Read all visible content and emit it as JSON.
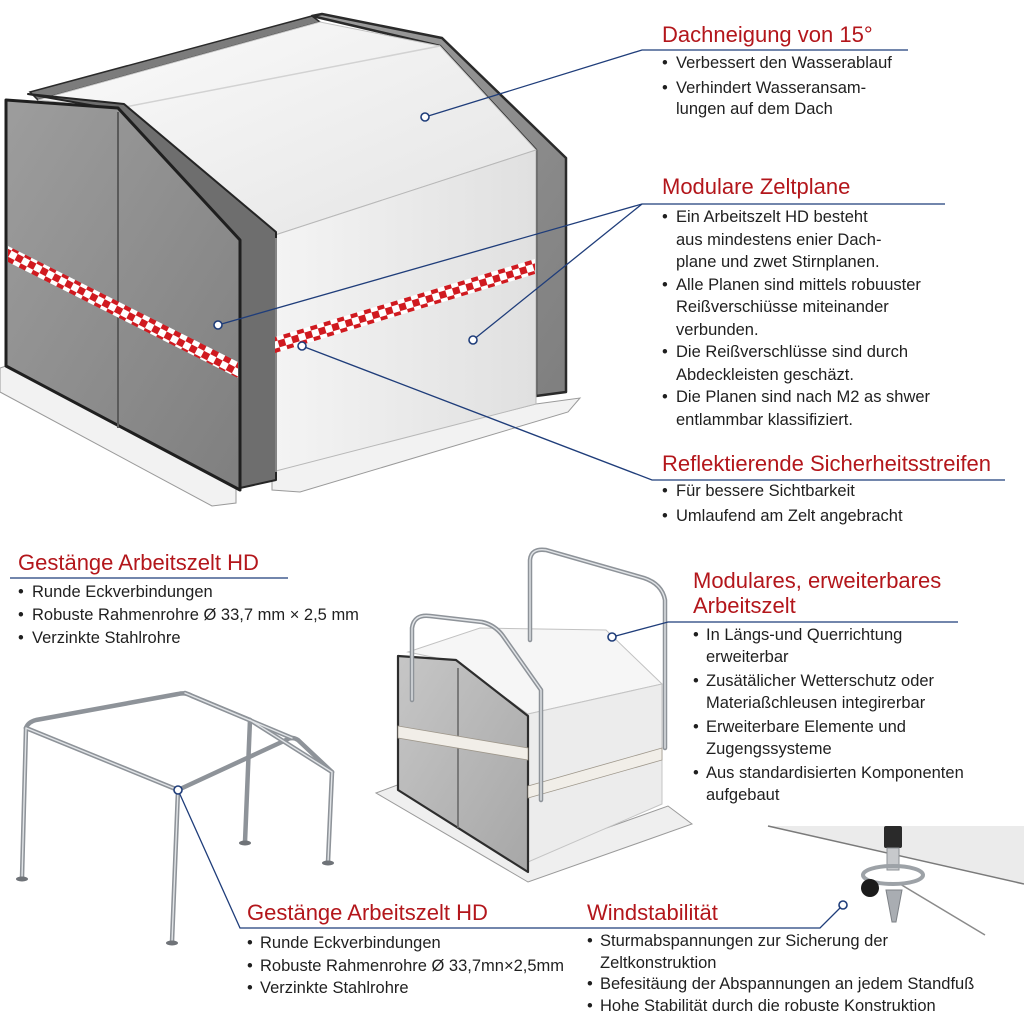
{
  "colors": {
    "heading": "#b3161b",
    "callout_line": "#1f3d7a",
    "text": "#1f1f1f",
    "stripe_red": "#d01a20",
    "tarpaulin_gray": "#8d8d8d"
  },
  "dachneigung": {
    "title": "Dachneigung von 15°",
    "bullets": [
      [
        "Verbessert den Wasserablauf"
      ],
      [
        "Verhindert Wasseransam-",
        "lungen auf dem Dach"
      ]
    ]
  },
  "zeltplane": {
    "title": "Modulare Zeltplane",
    "bullets": [
      [
        "Ein Arbeitszelt HD besteht",
        "aus mindestens enier Dach-",
        "plane und zwet Stirnplanen."
      ],
      [
        "Alle Planen sind mittels robuuster",
        "Reißverschiüsse miteinander",
        "verbunden."
      ],
      [
        "Die Reißverschlüsse sind durch",
        "Abdeckleisten geschäzt."
      ],
      [
        "Die Planen sind nach M2 as shwer",
        "entlammbar klassifiziert."
      ]
    ]
  },
  "sicherheitsstreifen": {
    "title": "Reflektierende Sicherheitsstreifen",
    "bullets": [
      [
        "Für bessere Sichtbarkeit"
      ],
      [
        "Umlaufend am Zelt angebracht"
      ]
    ]
  },
  "gestaenge_oben": {
    "title": "Gestänge Arbeitszelt HD",
    "bullets": [
      [
        "Runde Eckverbindungen"
      ],
      [
        "Robuste Rahmenrohre Ø 33,7 mm × 2,5 mm"
      ],
      [
        "Verzinkte Stahlrohre"
      ]
    ]
  },
  "erweiterbar": {
    "title_lines": [
      "Modulares, erweiterbares",
      "Arbeitszelt"
    ],
    "bullets": [
      [
        "In Längs-und Querrichtung",
        "erweiterbar"
      ],
      [
        "Zusätälicher Wetterschutz oder",
        "Materiaßchleusen integirerbar"
      ],
      [
        "Erweiterbare Elemente und",
        "Zugengssysteme"
      ],
      [
        "Aus standardisierten Komponenten",
        "aufgebaut"
      ]
    ]
  },
  "gestaenge_unten": {
    "title": "Gestänge Arbeitszelt HD",
    "bullets": [
      [
        "Runde Eckverbindungen"
      ],
      [
        "Robuste Rahmenrohre Ø 33,7mn×2,5mm"
      ],
      [
        "Verzinkte Stahlrohre"
      ]
    ]
  },
  "windstabilitaet": {
    "title": "Windstabilität",
    "bullets": [
      [
        "Sturmabspannungen zur Sicherung der",
        "Zeltkonstruktion"
      ],
      [
        "Befesitäung der Abspannungen an jedem Standfuß"
      ],
      [
        "Hohe Stabilität durch die robuste Konstruktion"
      ]
    ]
  }
}
